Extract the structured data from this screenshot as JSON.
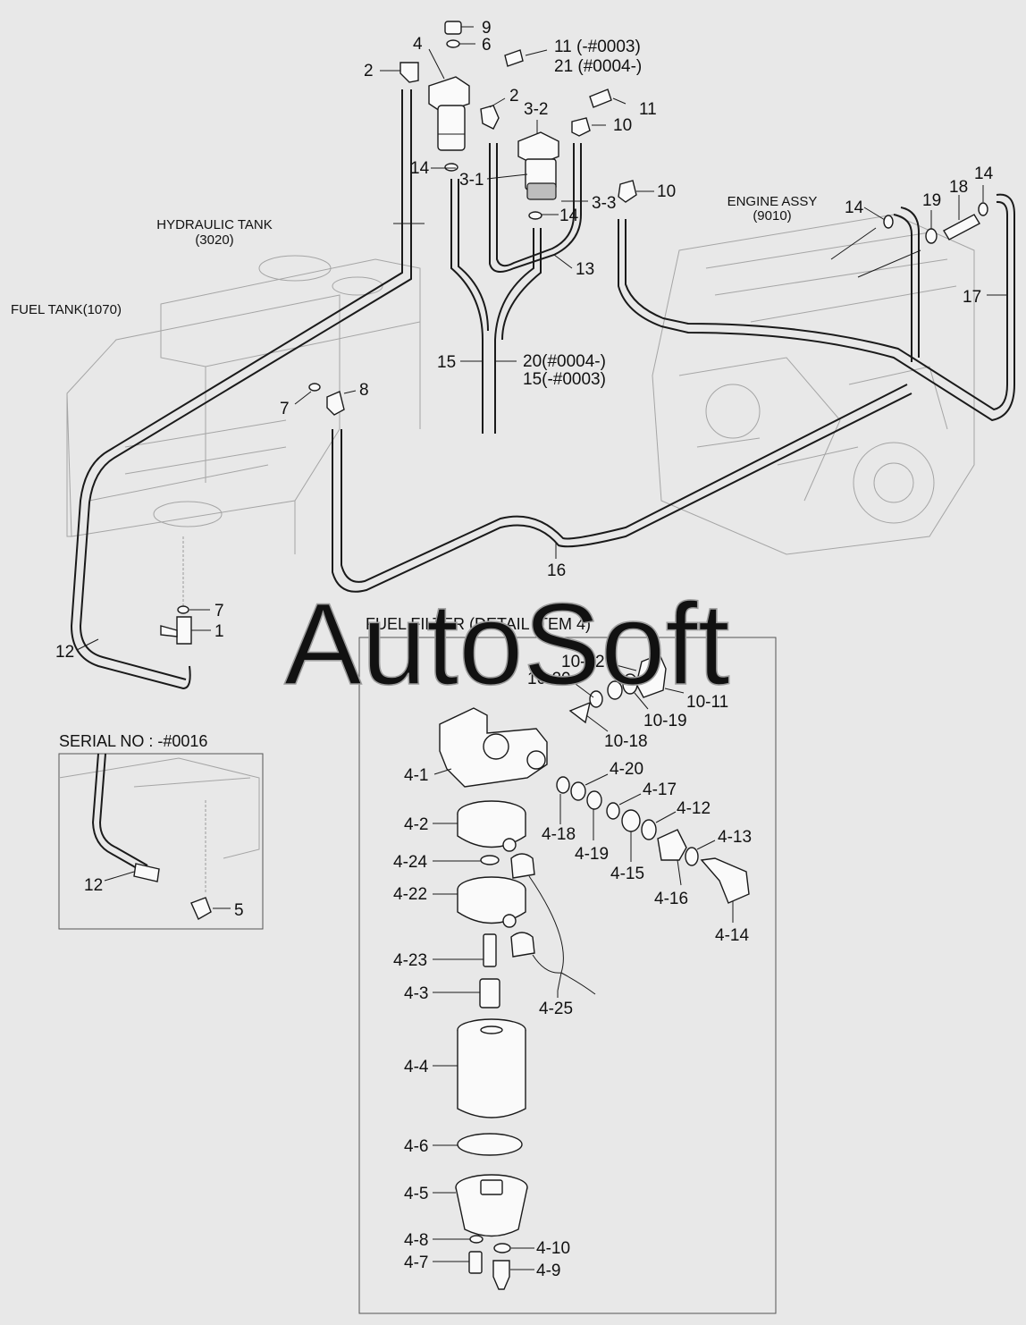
{
  "watermark": "AutoSoft",
  "groups": {
    "hydraulic_tank": "HYDRAULIC TANK",
    "hydraulic_tank_code": "(3020)",
    "fuel_tank": "FUEL TANK(1070)",
    "engine_assy": "ENGINE ASSY",
    "engine_assy_code": "(9010)"
  },
  "detail_title": "FUEL FILTER (DETAIL ITEM 4)",
  "serial_title": "SERIAL NO : -#0016",
  "labels": {
    "l9": "9",
    "l6": "6",
    "l4": "4",
    "l2a": "2",
    "l2b": "2",
    "l11a": "11 (-#0003)",
    "l21": "21 (#0004-)",
    "l11b": "11",
    "l10a": "10",
    "l10b": "10",
    "l3_2": "3-2",
    "l3_1": "3-1",
    "l3_3": "3-3",
    "l14a": "14",
    "l14b": "14",
    "l14c": "14",
    "l14d": "14",
    "l13": "13",
    "l19": "19",
    "l18": "18",
    "l17": "17",
    "l15": "15",
    "l20": "20(#0004-)",
    "l15b": "15(-#0003)",
    "l7a": "7",
    "l8": "8",
    "l16": "16",
    "l7b": "7",
    "l1": "1",
    "l12a": "12",
    "l12b": "12",
    "l5": "5"
  },
  "detail_labels": {
    "d10_12": "10-12",
    "d10_20": "10-20",
    "d10_11": "10-11",
    "d10_19": "10-19",
    "d10_18": "10-18",
    "d4_1": "4-1",
    "d4_20": "4-20",
    "d4_17": "4-17",
    "d4_12": "4-12",
    "d4_13": "4-13",
    "d4_18": "4-18",
    "d4_19": "4-19",
    "d4_15": "4-15",
    "d4_16": "4-16",
    "d4_14": "4-14",
    "d4_2": "4-2",
    "d4_24": "4-24",
    "d4_22": "4-22",
    "d4_23": "4-23",
    "d4_3": "4-3",
    "d4_25": "4-25",
    "d4_4": "4-4",
    "d4_6": "4-6",
    "d4_5": "4-5",
    "d4_8": "4-8",
    "d4_10": "4-10",
    "d4_7": "4-7",
    "d4_9": "4-9"
  }
}
